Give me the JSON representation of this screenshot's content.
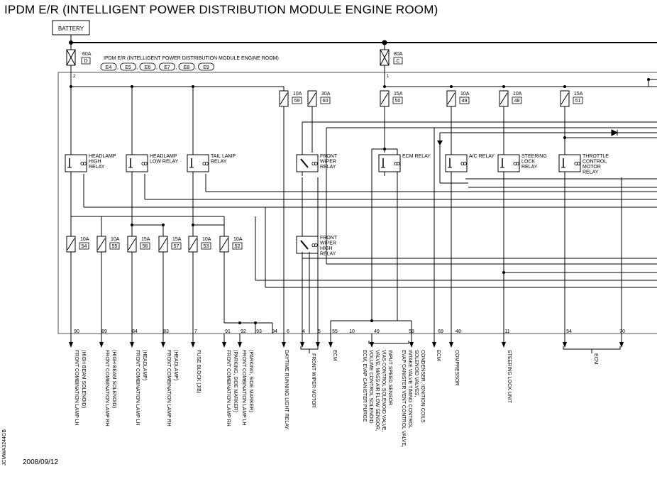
{
  "title": "IPDM E/R (INTELLIGENT POWER DISTRIBUTION MODULE ENGINE ROOM)",
  "battery_label": "BATTERY",
  "module_label": "IPDM E/R (INTELLIGENT POWER DISTRIBUTION MODULE ENGINE ROOM)",
  "connectors": [
    "E4",
    "E5",
    "E6",
    "E7",
    "E8",
    "E9"
  ],
  "fusible_links": [
    {
      "amp": "60A",
      "id": "D",
      "pin": "2"
    },
    {
      "amp": "80A",
      "id": "C",
      "pin": "1"
    }
  ],
  "top_fuses": [
    {
      "amp": "10A",
      "id": "59"
    },
    {
      "amp": "30A",
      "id": "60"
    },
    {
      "amp": "15A",
      "id": "50"
    },
    {
      "amp": "10A",
      "id": "49"
    },
    {
      "amp": "10A",
      "id": "48"
    },
    {
      "amp": "15A",
      "id": "51"
    }
  ],
  "relays": [
    {
      "label": "HEADLAMP HIGH RELAY"
    },
    {
      "label": "HEADLAMP LOW RELAY"
    },
    {
      "label": "TAIL LAMP RELAY"
    },
    {
      "label": "FRONT WIPER RELAY"
    },
    {
      "label": "ECM RELAY"
    },
    {
      "label": "A/C RELAY"
    },
    {
      "label": "STEERING LOCK RELAY"
    },
    {
      "label": "THROTTLE CONTROL MOTOR RELAY"
    },
    {
      "label": "FRONT WIPER HIGH RELAY"
    }
  ],
  "bottom_fuses": [
    {
      "amp": "10A",
      "id": "54"
    },
    {
      "amp": "10A",
      "id": "55"
    },
    {
      "amp": "15A",
      "id": "56"
    },
    {
      "amp": "15A",
      "id": "57"
    },
    {
      "amp": "10A",
      "id": "53"
    },
    {
      "amp": "10A",
      "id": "52"
    }
  ],
  "terminals": [
    "90",
    "89",
    "84",
    "83",
    "7",
    "91",
    "92",
    "93",
    "94",
    "6",
    "4",
    "5",
    "55",
    "10",
    "49",
    "53",
    "69",
    "48",
    "11",
    "54",
    "70"
  ],
  "outputs": [
    "FRONT COMBINATION LAMP LH (HIGH BEAM SOLENOID)",
    "FRONT COMBINATION LAMP RH (HIGH BEAM SOLENOID)",
    "FRONT COMBINATION LAMP LH (HEADLAMP)",
    "FRONT COMBINATION LAMP RH (HEADLAMP)",
    "FUSE BLOCK (J/B)",
    "FRONT COMBINATION LAMP RH (PARKING, SIDE MARKER)",
    "FRONT COMBINATION LAMP LH (PARKING, SIDE MARKER)",
    "DAYTIME RUNNING LIGHT RELAY",
    "FRONT WIPER MOTOR",
    "ECM",
    "ECM, EVAP CANISTER PURGE VOLUME CONTROL SOLENOID VALVE, MASS AIR FLOW SENSOR, VIAS CONTROL SOLENOID VALVE, INPUT SPEED SENSOR",
    "EVAP CANISTER VENT CONTROL VALVE, INTAKE VALVE TIMING CONTROL SOLENOID VALVES, CONDENSER, IGNITION COILS",
    "ECM",
    "COMPRESSOR",
    "STEERING LOCK UNIT",
    "ECM"
  ],
  "date": "2008/09/12",
  "diagram_code": "JCMWA3244GB"
}
